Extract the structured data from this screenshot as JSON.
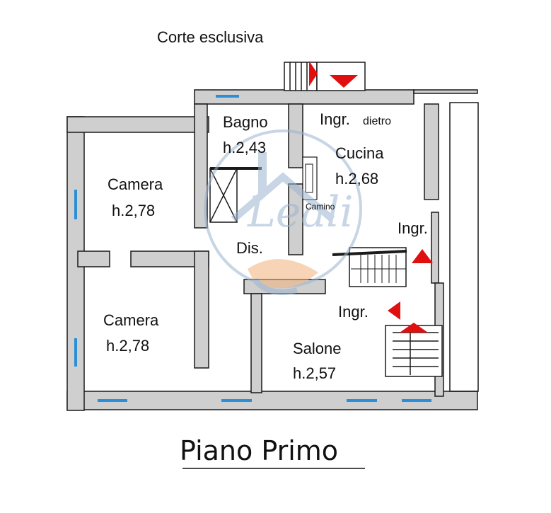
{
  "title": "Piano Primo",
  "outdoor_label": "Corte esclusiva",
  "rooms": [
    {
      "id": "bagno",
      "name": "Bagno",
      "height": "h.2,43"
    },
    {
      "id": "cucina",
      "name": "Cucina",
      "height": "h.2,68"
    },
    {
      "id": "camera1",
      "name": "Camera",
      "height": "h.2,78"
    },
    {
      "id": "camera2",
      "name": "Camera",
      "height": "h.2,78"
    },
    {
      "id": "salone",
      "name": "Salone",
      "height": "h.2,57"
    }
  ],
  "labels": {
    "ingr_dietro_main": "Ingr.",
    "ingr_dietro_sub": "dietro",
    "ingr_right": "Ingr.",
    "ingr_salone": "Ingr.",
    "dis": "Dis.",
    "camino": "Camino"
  },
  "watermark_text": "Leali",
  "colors": {
    "wall": "#1a1a1a",
    "wall_fill": "#cfcfcf",
    "window": "#2a8fd6",
    "arrow": "#e01010",
    "watermark_blue": "#9ab3cf",
    "watermark_orange": "#f2b27a"
  }
}
